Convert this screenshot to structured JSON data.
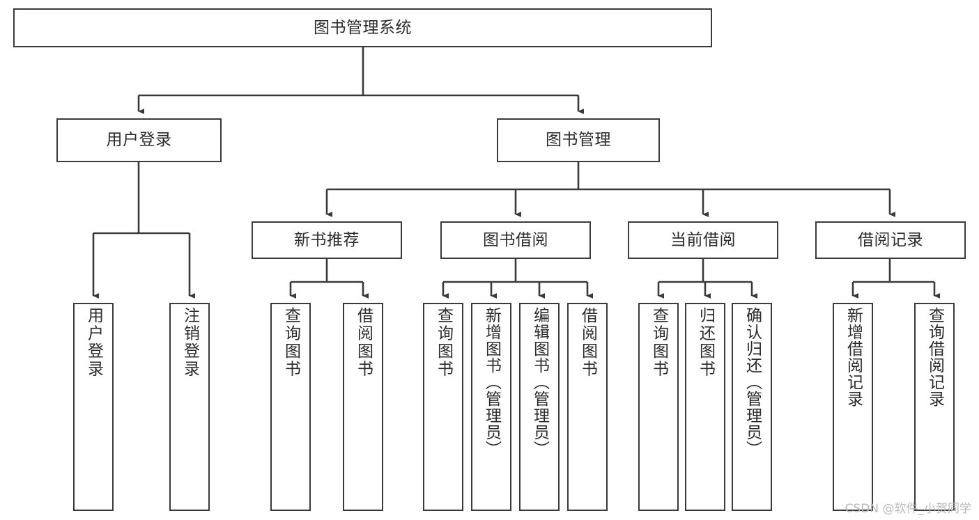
{
  "diagram": {
    "title": "图书管理系统",
    "type": "tree-hierarchy",
    "root": {
      "label": "图书管理系统"
    },
    "level1": [
      {
        "label": "用户登录"
      },
      {
        "label": "图书管理"
      }
    ],
    "level2": [
      {
        "label": "新书推荐"
      },
      {
        "label": "图书借阅"
      },
      {
        "label": "当前借阅"
      },
      {
        "label": "借阅记录"
      }
    ],
    "leaves": {
      "user_login": [
        {
          "label": "用户登录"
        },
        {
          "label": "注销登录"
        }
      ],
      "new_book": [
        {
          "label": "查询图书"
        },
        {
          "label": "借阅图书"
        }
      ],
      "book_borrow": [
        {
          "label": "查询图书"
        },
        {
          "label": "新增图书（管理员）"
        },
        {
          "label": "编辑图书（管理员）"
        },
        {
          "label": "借阅图书"
        }
      ],
      "current_borrow": [
        {
          "label": "查询图书"
        },
        {
          "label": "归还图书"
        },
        {
          "label": "确认归还（管理员）"
        }
      ],
      "borrow_record": [
        {
          "label": "新增借阅记录"
        },
        {
          "label": "查询借阅记录"
        }
      ]
    }
  },
  "watermark": {
    "text": "CSDN @软件_小贺同学"
  },
  "colors": {
    "stroke": "#3a3a3a",
    "background": "#ffffff",
    "text": "#2b2b2b",
    "watermark": "#b9b9b9"
  }
}
